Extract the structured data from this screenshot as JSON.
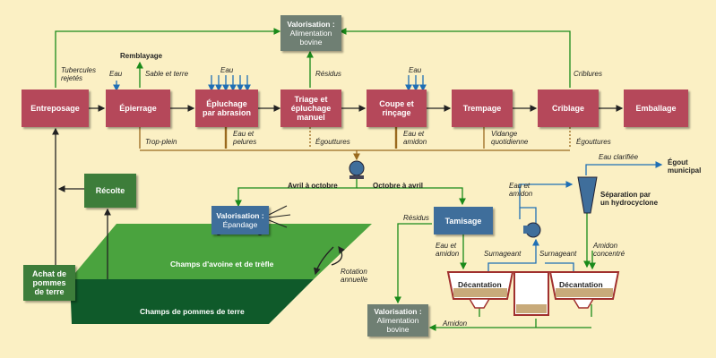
{
  "boxes": {
    "valorisation_top": {
      "line1": "Valorisation :",
      "line2": "Alimentation",
      "line3": "bovine"
    },
    "entreposage": "Entreposage",
    "epierrage": "Épierrage",
    "epluchage": {
      "line1": "Épluchage",
      "line2": "par abrasion"
    },
    "triage": {
      "line1": "Triage et",
      "line2": "épluchage",
      "line3": "manuel"
    },
    "coupe": {
      "line1": "Coupe et",
      "line2": "rinçage"
    },
    "trempage": "Trempage",
    "criblage": "Criblage",
    "emballage": "Emballage",
    "recolte": "Récolte",
    "achat": {
      "line1": "Achat de",
      "line2": "pommes",
      "line3": "de terre"
    },
    "valorisation_epandage": {
      "line1": "Valorisation :",
      "line2": "Épandage"
    },
    "tamisage": "Tamisage",
    "valorisation_bottom": {
      "line1": "Valorisation :",
      "line2": "Alimentation",
      "line3": "bovine"
    }
  },
  "labels": {
    "tubercules": {
      "line1": "Tubercules",
      "line2": "rejetés"
    },
    "remblayage": "Remblayage",
    "eau1": "Eau",
    "sable": "Sable et terre",
    "eau2": "Eau",
    "residus_top": "Résidus",
    "eau3": "Eau",
    "criblures": "Criblures",
    "trop_plein": "Trop-plein",
    "eau_pelures": {
      "line1": "Eau et",
      "line2": "pelures"
    },
    "egouttures1": "Égouttures",
    "eau_amidon1": {
      "line1": "Eau et",
      "line2": "amidon"
    },
    "vidange": {
      "line1": "Vidange",
      "line2": "quotidienne"
    },
    "egouttures2": "Égouttures",
    "avril_octobre": "Avril à octobre",
    "octobre_avril": "Octobre à avril",
    "eau_clarifiee": "Eau clarifiée",
    "egout": {
      "line1": "Égout",
      "line2": "municipal"
    },
    "eau_amidon2": {
      "line1": "Eau et",
      "line2": "amidon"
    },
    "separation": {
      "line1": "Séparation par",
      "line2": "un hydrocyclone"
    },
    "residus_bottom": "Résidus",
    "eau_amidon3": {
      "line1": "Eau et",
      "line2": "amidon"
    },
    "surnageant1": "Surnageant",
    "surnageant2": "Surnageant",
    "amidon_concentre": {
      "line1": "Amidon",
      "line2": "concentré"
    },
    "rotation": {
      "line1": "Rotation",
      "line2": "annuelle"
    },
    "decantation1": "Décantation",
    "decantation2": "Décantation",
    "amidon": "Amidon"
  },
  "fields": {
    "avoine": "Champs d'avoine et de trèfle",
    "pommes": "Champs de pommes de terre"
  },
  "colors": {
    "background": "#fbf0c4",
    "process": "#b5485a",
    "farm": "#3d7d3a",
    "valorisation": "#6f7f73",
    "water": "#1f6fb5",
    "waste": "#9a6a1e",
    "flow": "#1a8a1a"
  }
}
